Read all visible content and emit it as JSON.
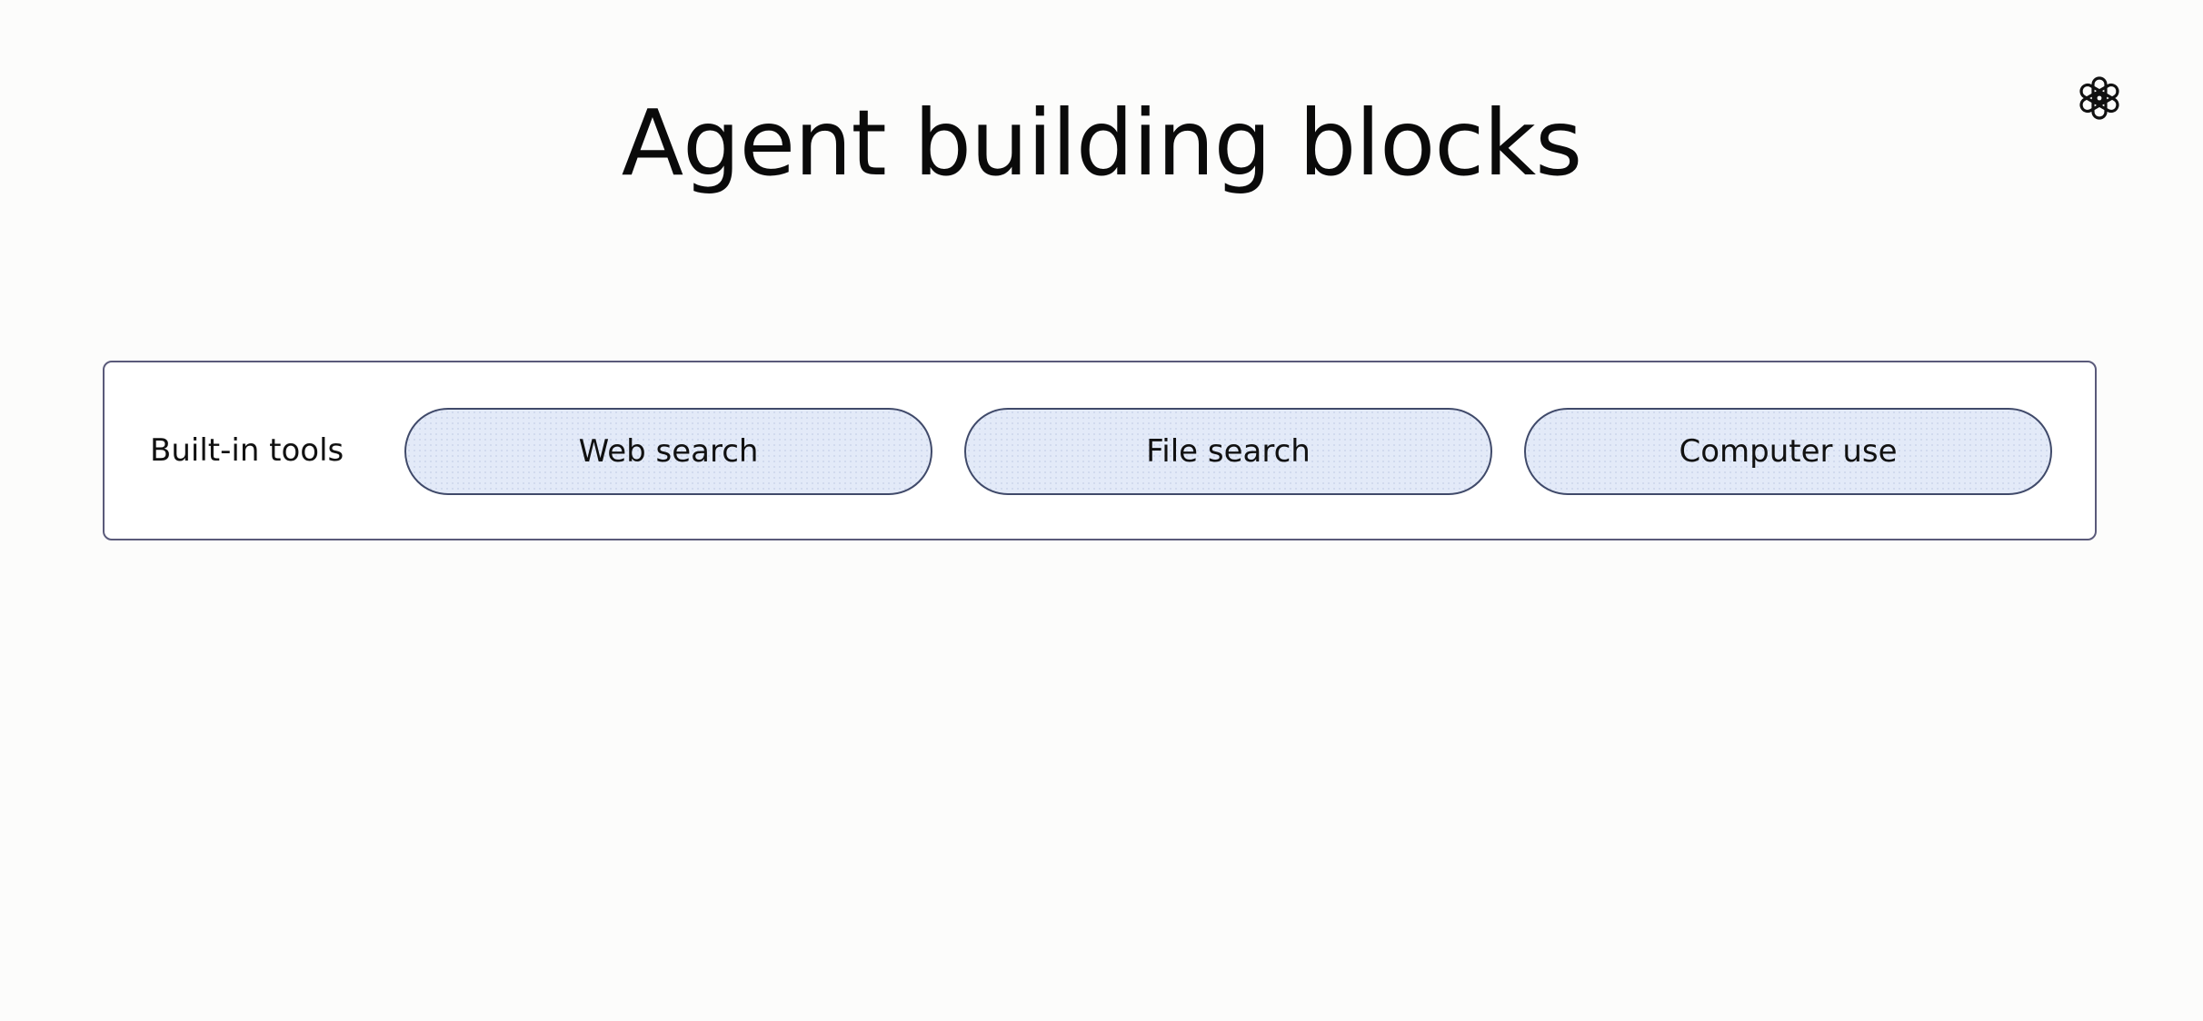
{
  "slide": {
    "title": "Agent building blocks",
    "logo_icon": "openai-logo-icon"
  },
  "tools_panel": {
    "label": "Built-in tools",
    "items": [
      {
        "label": "Web search"
      },
      {
        "label": "File search"
      },
      {
        "label": "Computer use"
      }
    ]
  },
  "colors": {
    "background": "#fcfcfb",
    "pill_fill": "#e3eaf8",
    "pill_border": "#404a6a",
    "panel_border": "#5a5a7a",
    "text": "#0d0d0d"
  }
}
